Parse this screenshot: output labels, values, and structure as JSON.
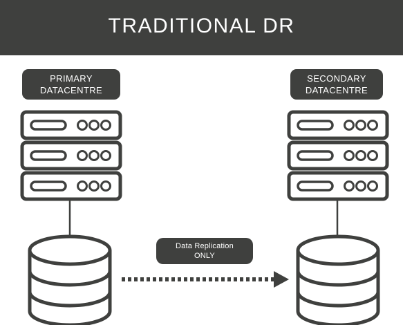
{
  "header": {
    "title": "TRADITIONAL DR"
  },
  "primary": {
    "label": "PRIMARY\nDATACENTRE"
  },
  "secondary": {
    "label": "SECONDARY\nDATACENTRE"
  },
  "replication": {
    "label": "Data Replication\nONLY"
  },
  "colors": {
    "dark": "#3f403e",
    "background": "#ffffff"
  },
  "icons": [
    "server-icon",
    "database-icon",
    "dotted-arrow-icon"
  ]
}
